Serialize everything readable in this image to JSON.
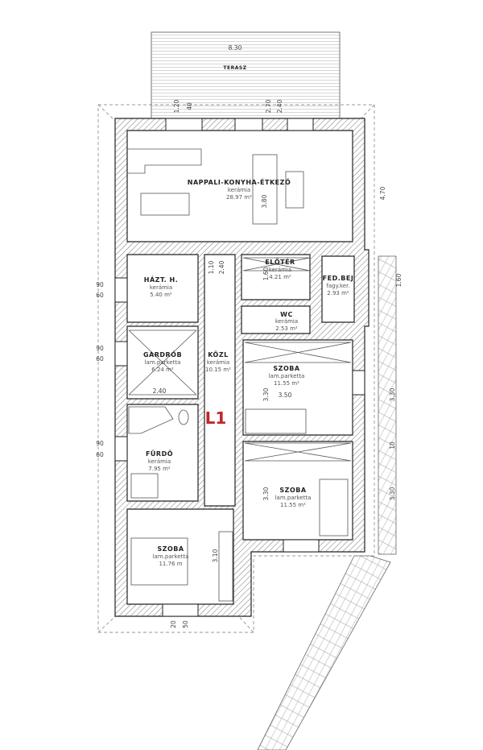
{
  "plan": {
    "label": "L1",
    "accent_color": "#c0262a",
    "terrace": {
      "name": "TERASZ",
      "width": "8.30"
    },
    "rooms": [
      {
        "name": "NAPPALI-KONYHA-ÉTKEZŐ",
        "floor": "kerámia",
        "area": "28.97 m²"
      },
      {
        "name": "HÁZT. H.",
        "floor": "kerámia",
        "area": "5.40 m²"
      },
      {
        "name": "ELŐTÉR",
        "floor": "kerámia",
        "area": "4.21 m²"
      },
      {
        "name": "FED.BEJ",
        "floor": "fagy.ker.",
        "area": "2.93 m²"
      },
      {
        "name": "WC",
        "floor": "kerámia",
        "area": "2.53 m²"
      },
      {
        "name": "GARDRÓB",
        "floor": "lam.parketta",
        "area": "6.24 m²"
      },
      {
        "name": "KÖZL",
        "floor": "kerámia",
        "area": "10.15 m²"
      },
      {
        "name": "SZOBA",
        "floor": "lam.parketta",
        "area": "11.55 m²"
      },
      {
        "name": "FÜRDŐ",
        "floor": "kerámia",
        "area": "7.95 m²"
      },
      {
        "name": "SZOBA",
        "floor": "lam.parketta",
        "area": "11.55 m²"
      },
      {
        "name": "SZOBA",
        "floor": "lam.parketta",
        "area": "11.76 m"
      }
    ],
    "dimensions": {
      "d1": "1.20",
      "d2": "40",
      "d3": "2.70",
      "d4": "2.40",
      "d5": "4.70",
      "d6": "3.80",
      "d7": "1.10",
      "d8": "2.40",
      "d9": "1.60",
      "d10": "1.60",
      "d11": "90",
      "d12": "60",
      "d13": "90",
      "d14": "60",
      "d15": "90",
      "d16": "60",
      "d17": "2.40",
      "d18": "3.50",
      "d19": "3.30",
      "d20": "3.30",
      "d21": "3.30",
      "d22": "3.30",
      "d23": "10",
      "d24": "3.10",
      "d25": "20",
      "d26": "50"
    }
  }
}
